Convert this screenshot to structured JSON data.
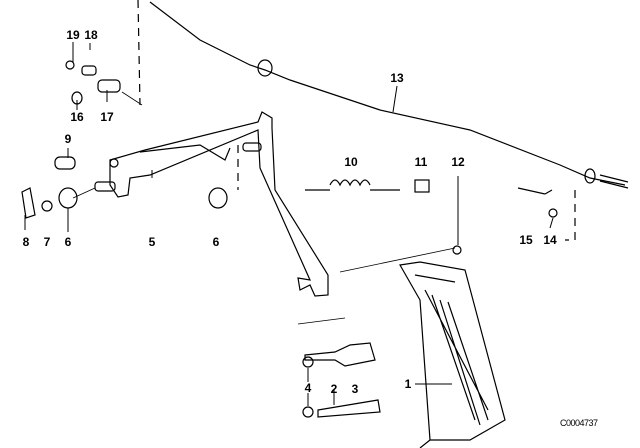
{
  "diagram": {
    "labels": {
      "p1": "1",
      "p2": "2",
      "p3": "3",
      "p4": "4",
      "p5": "5",
      "p6a": "6",
      "p6b": "6",
      "p7": "7",
      "p8": "8",
      "p9": "9",
      "p10": "10",
      "p11": "11",
      "p12": "12",
      "p13": "13",
      "p14": "14",
      "p15": "15",
      "p16": "16",
      "p17": "17",
      "p18": "18",
      "p19": "19"
    },
    "image_code": "C0004737"
  }
}
